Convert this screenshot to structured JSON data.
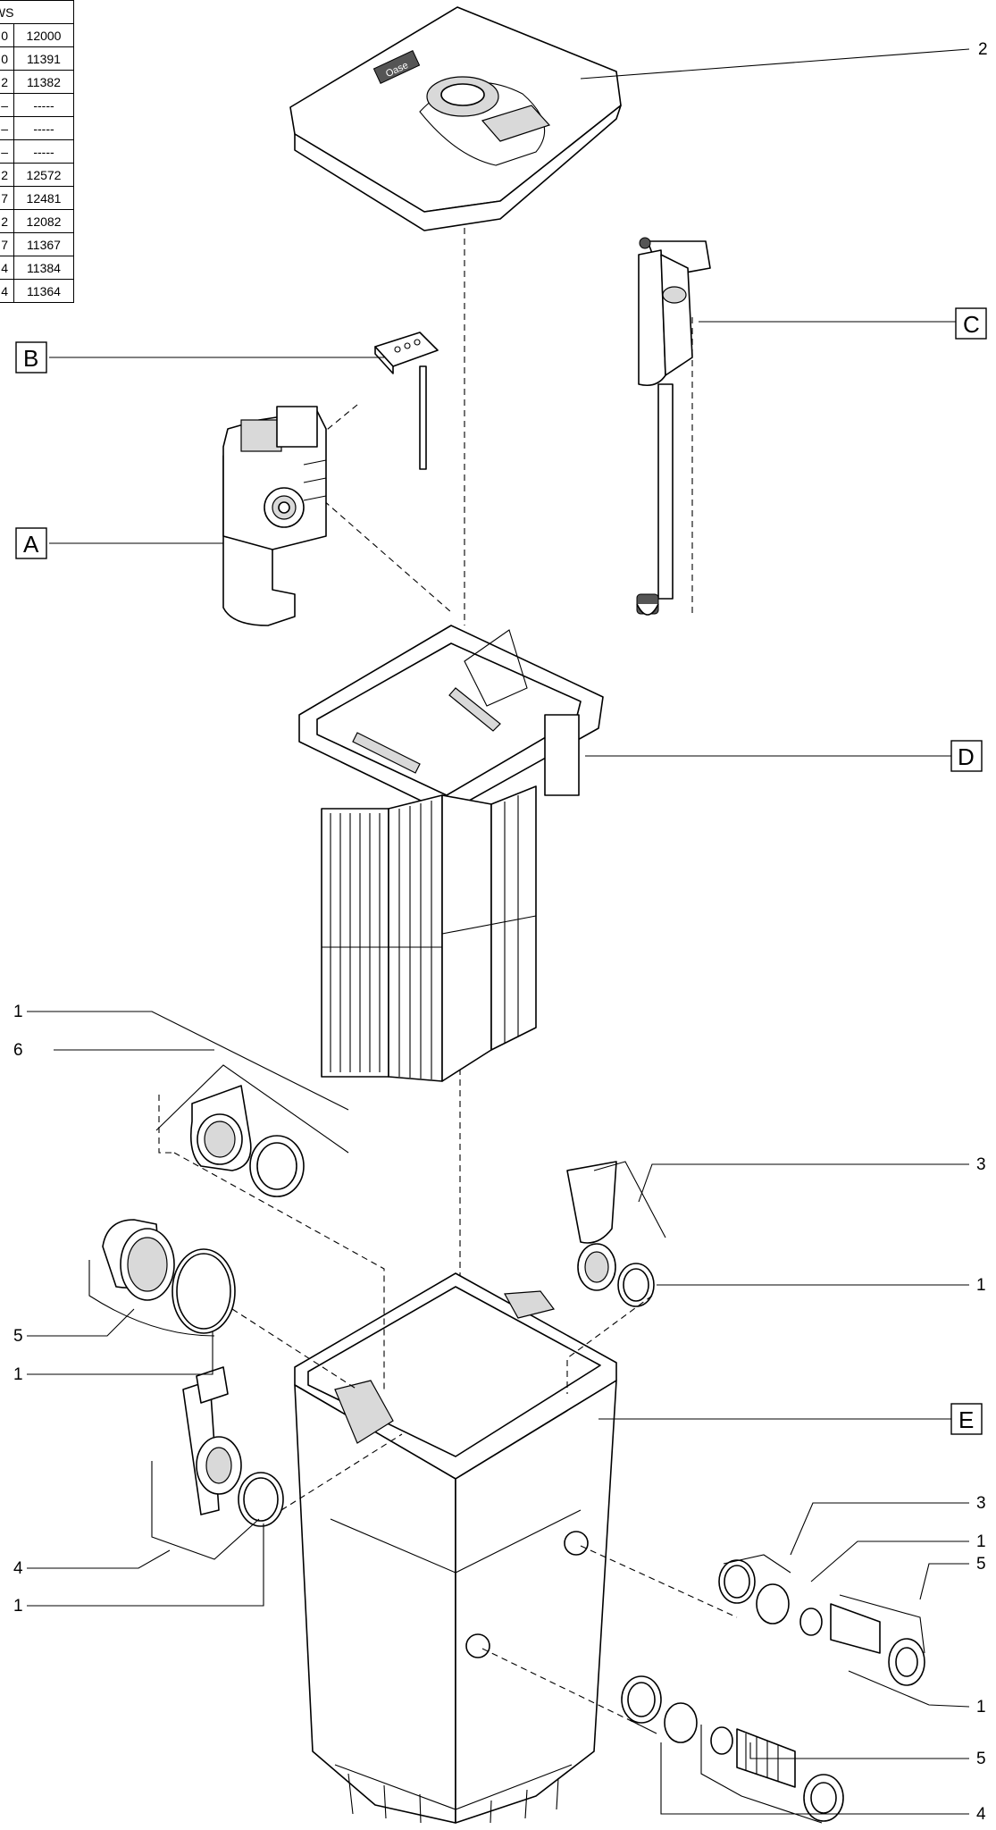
{
  "parts_table": {
    "header": ": CWS",
    "rows": [
      [
        "0",
        "12000"
      ],
      [
        "0",
        "11391"
      ],
      [
        "2",
        "11382"
      ],
      [
        "–",
        "-----"
      ],
      [
        "–",
        "-----"
      ],
      [
        "–",
        "-----"
      ],
      [
        "2",
        "12572"
      ],
      [
        "7",
        "12481"
      ],
      [
        "2",
        "12082"
      ],
      [
        "7",
        "11367"
      ],
      [
        "4",
        "11384"
      ],
      [
        "4",
        "11364"
      ]
    ]
  },
  "callouts": {
    "lid": "2",
    "module_c": "C",
    "module_b": "B",
    "module_a": "A",
    "module_d": "D",
    "housing_e": "E",
    "left_upper_1": "1",
    "left_upper_6": "6",
    "left_mid_5": "5",
    "left_mid_1": "1",
    "left_low_4": "4",
    "left_low_1": "1",
    "right_upper_3": "3",
    "right_upper_1": "1",
    "right_low_3": "3",
    "right_low_1": "1",
    "right_low_5": "5",
    "right_bottom_1": "1",
    "right_bottom_5": "5",
    "right_bottom_4": "4"
  },
  "lid_logo": "Oase"
}
